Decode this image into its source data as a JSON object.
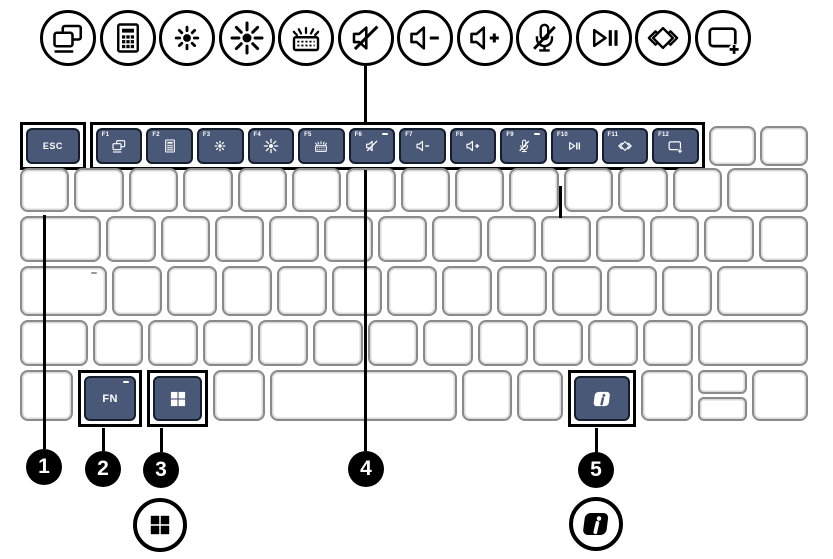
{
  "colors": {
    "accent_key_fill": "#4a5877",
    "accent_key_edge": "#141e2d",
    "white_key_border": "#8a8a8a",
    "callout_color": "#000000",
    "background": "#ffffff"
  },
  "legend_icons": [
    {
      "icon": "switch-screen-icon"
    },
    {
      "icon": "calculator-icon"
    },
    {
      "icon": "brightness-down-icon"
    },
    {
      "icon": "brightness-up-icon"
    },
    {
      "icon": "keyboard-backlight-icon"
    },
    {
      "icon": "mute-icon"
    },
    {
      "icon": "volume-down-icon"
    },
    {
      "icon": "volume-up-icon"
    },
    {
      "icon": "microphone-mute-icon"
    },
    {
      "icon": "play-pause-icon"
    },
    {
      "icon": "programmable-key-icon"
    },
    {
      "icon": "window-plus-icon"
    }
  ],
  "keyboard": {
    "esc_label": "ESC",
    "fn_label": "FN",
    "function_keys": [
      {
        "label": "F1",
        "icon": "switch-screen-icon"
      },
      {
        "label": "F2",
        "icon": "calculator-icon"
      },
      {
        "label": "F3",
        "icon": "brightness-down-icon"
      },
      {
        "label": "F4",
        "icon": "brightness-up-icon"
      },
      {
        "label": "F5",
        "icon": "keyboard-backlight-icon"
      },
      {
        "label": "F6",
        "icon": "mute-icon",
        "indicator": true
      },
      {
        "label": "F7",
        "icon": "volume-down-icon"
      },
      {
        "label": "F8",
        "icon": "volume-up-icon"
      },
      {
        "label": "F9",
        "icon": "microphone-mute-icon",
        "indicator": true
      },
      {
        "label": "F10",
        "icon": "play-pause-icon"
      },
      {
        "label": "F11",
        "icon": "programmable-key-icon"
      },
      {
        "label": "F12",
        "icon": "window-plus-icon"
      }
    ],
    "windows_key_icon": "windows-icon",
    "copilot_key_icon": "copilot-icon"
  },
  "callouts": [
    {
      "number": "1"
    },
    {
      "number": "2"
    },
    {
      "number": "3"
    },
    {
      "number": "4"
    },
    {
      "number": "5"
    }
  ],
  "bottom_legend": [
    {
      "icon": "windows-icon"
    },
    {
      "icon": "copilot-icon"
    }
  ]
}
